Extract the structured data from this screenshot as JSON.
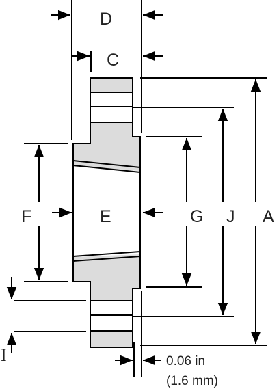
{
  "labels": {
    "D": "D",
    "C": "C",
    "E": "E",
    "F": "F",
    "G": "G",
    "J": "J",
    "A": "A",
    "I": "I"
  },
  "raised_face_note": {
    "line1": "0.06 in",
    "line2": "(1.6 mm)"
  },
  "colors": {
    "flange_fill": "#dcdcdc",
    "ink": "#000000"
  }
}
